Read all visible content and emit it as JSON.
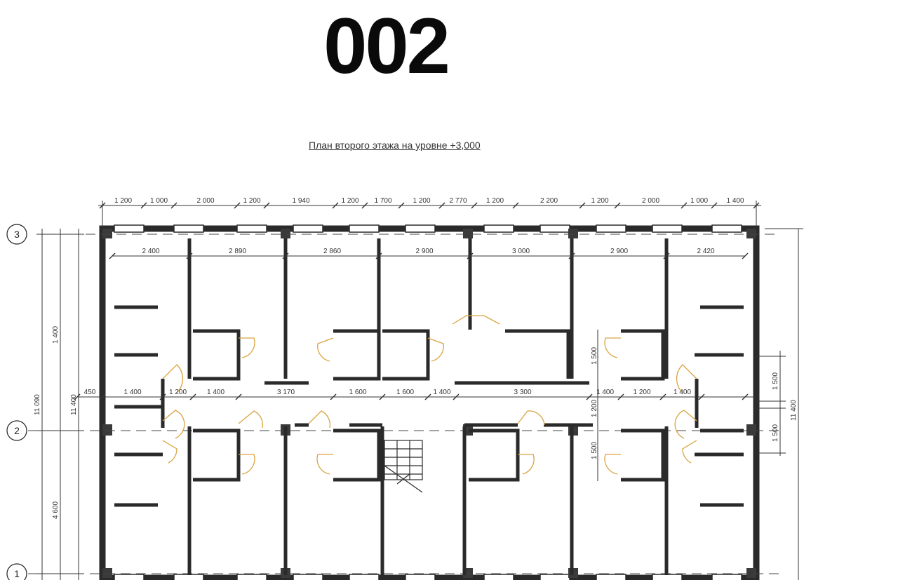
{
  "sheet_number": "002",
  "plan_title": "План второго этажа на уровне +3,000",
  "axes": {
    "a3": "3",
    "a2": "2",
    "a1": "1"
  },
  "top_dimensions": [
    "1 200",
    "1 000",
    "2 000",
    "1 200",
    "1 940",
    "1 200",
    "1 700",
    "1 200",
    "2 770",
    "1 200",
    "2 200",
    "1 200",
    "2 000",
    "1 000",
    "1 400"
  ],
  "room_widths_top": [
    "2 400",
    "2 890",
    "2 860",
    "2 900",
    "3 000",
    "2 900",
    "2 420"
  ],
  "corridor_dimensions": [
    "450",
    "1 400",
    "1 200",
    "1 400",
    "3 170",
    "1 600",
    "1 600",
    "1 400",
    "3 300",
    "1 400",
    "1 200",
    "1 400"
  ],
  "left_dimensions": {
    "overall": "11 090",
    "upper": "1 400",
    "lower": "4 600",
    "inner": "11 400"
  },
  "right_dimensions": {
    "overall": "11 400",
    "upper": "1 500",
    "lower": "1 500"
  },
  "inner_dimensions": {
    "door_upper": "1 500",
    "door_lower": "1 500",
    "corridor": "1 200"
  },
  "colors": {
    "wall": "#2a2a2a",
    "door_swing": "#d9a441",
    "dimension": "#333333"
  }
}
